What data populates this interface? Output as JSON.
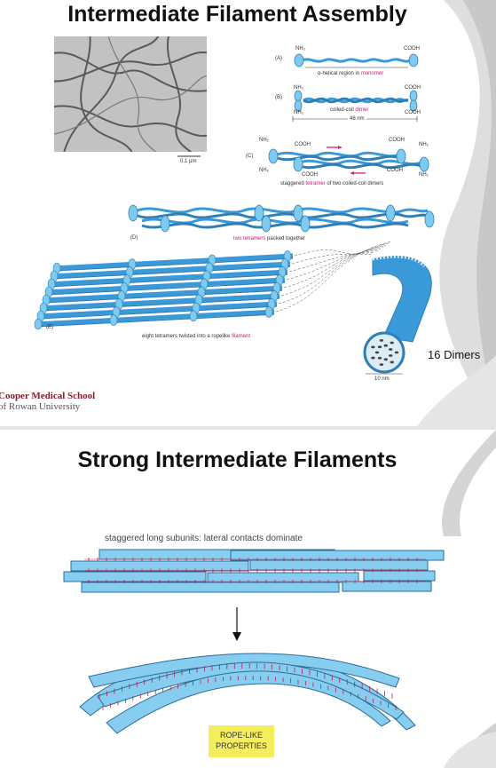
{
  "slide1": {
    "title": "Intermediate Filament Assembly",
    "scale_bar": "0.1 μm",
    "panel_a": {
      "letter": "(A)",
      "nh2": "NH₂",
      "cooh": "COOH",
      "caption_pre": "α-helical region in",
      "caption_hl": "monomer"
    },
    "panel_b": {
      "letter": "(B)",
      "nh2": "NH₂",
      "cooh": "COOH",
      "caption_pre": "coiled-coil",
      "caption_hl": "dimer",
      "length": "48 nm"
    },
    "panel_c": {
      "letter": "(C)",
      "nh2": "NH₂",
      "cooh": "COOH",
      "caption_pre": "staggered",
      "caption_hl": "tetramer",
      "caption_post": "of two coiled-coil dimers"
    },
    "panel_d": {
      "letter": "(D)",
      "caption_hl": "two tetramers",
      "caption_post": "packed together"
    },
    "panel_e": {
      "letter": "(E)",
      "caption_pre": "eight tetramers twisted into a ropelike",
      "caption_hl": "filament",
      "scale": "10 nm"
    },
    "dimers_label": "16 Dimers",
    "school_line1": "Cooper Medical School",
    "school_line2": "of Rowan University"
  },
  "slide2": {
    "title": "Strong Intermediate Filaments",
    "caption": "staggered long subunits: lateral contacts dominate",
    "rope_line1": "ROPE-LIKE",
    "rope_line2": "PROPERTIES"
  },
  "colors": {
    "filament_blue": "#3a9ad9",
    "light_blue": "#7ecbef",
    "highlight_pink": "#d2157a",
    "school_red": "#8c1d2c",
    "rope_yellow": "#f4ee5c",
    "bg_swirl": "#d9d9d9"
  }
}
